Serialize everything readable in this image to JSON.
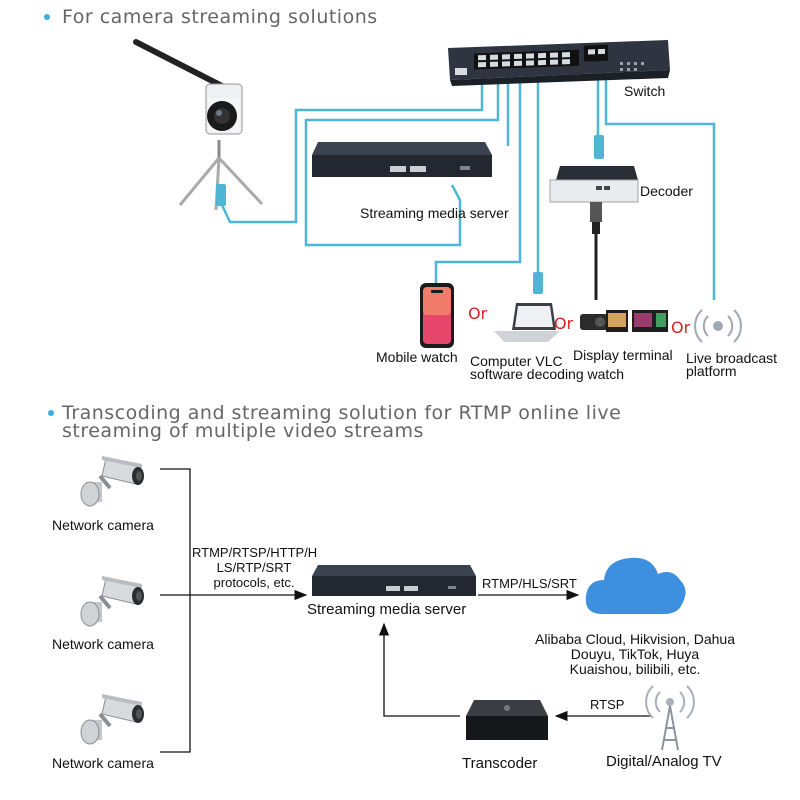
{
  "section1": {
    "heading": "For camera streaming solutions",
    "labels": {
      "switch": "Switch",
      "server": "Streaming media server",
      "decoder": "Decoder",
      "mobile": "Mobile watch",
      "computer_line1": "Computer VLC",
      "computer_line2": "software decoding watch",
      "display": "Display terminal",
      "live_line1": "Live broadcast",
      "live_line2": "platform"
    },
    "or_text": "Or"
  },
  "section2": {
    "heading_line1": "Transcoding and streaming solution for RTMP online live",
    "heading_line2": "streaming of multiple video streams",
    "camera_label": "Network camera",
    "protocols_line1": "RTMP/RTSP/HTTP/H",
    "protocols_line2": "LS/RTP/SRT",
    "protocols_line3": "protocols, etc.",
    "server_label": "Streaming media server",
    "output_protocol": "RTMP/HLS/SRT",
    "cloud_line1": "Alibaba Cloud, Hikvision, Dahua",
    "cloud_line2": "Douyu, TikTok, Huya",
    "cloud_line3": "Kuaishou, bilibili, etc.",
    "transcoder_label": "Transcoder",
    "rtsp_label": "RTSP",
    "tv_label": "Digital/Analog TV"
  },
  "colors": {
    "cable": "#4fb6d6",
    "heading": "#666666",
    "bullet": "#3aaee0",
    "or": "#d52222",
    "cloud": "#3d8fe0"
  }
}
